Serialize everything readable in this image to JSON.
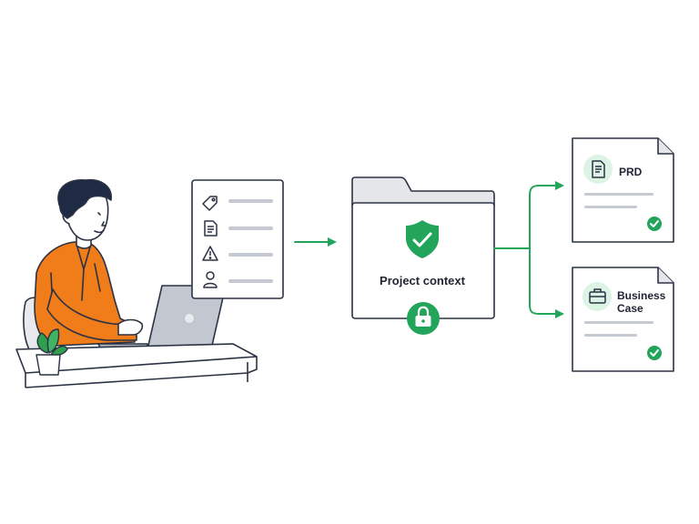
{
  "colors": {
    "accent": "#22a55b",
    "accent_light": "#ddf3e6",
    "outline": "#2b3244",
    "shirt": "#f07c1a",
    "placeholder_line": "#c5c9d1",
    "folder_tab": "#e4e6ea"
  },
  "input_card": {
    "icons": [
      "tag-icon",
      "document-icon",
      "warning-icon",
      "person-icon"
    ]
  },
  "folder": {
    "label": "Project context",
    "icons": [
      "shield-check-icon",
      "lock-icon"
    ]
  },
  "outputs": [
    {
      "label": "PRD",
      "icon": "document-icon",
      "status": "check-icon"
    },
    {
      "label": "Business Case",
      "icon": "briefcase-icon",
      "status": "check-icon"
    }
  ]
}
